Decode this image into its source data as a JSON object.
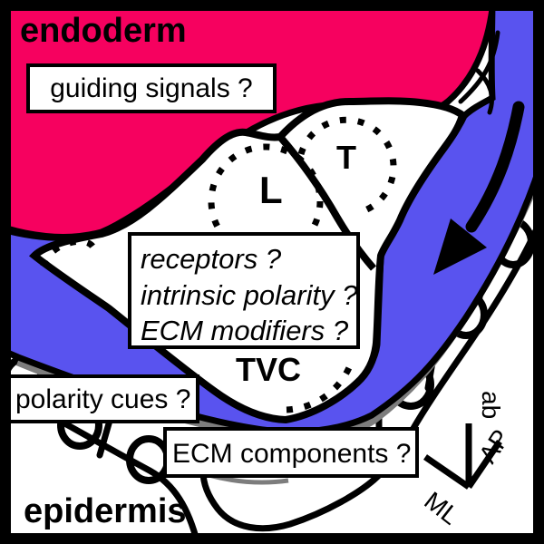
{
  "figure": {
    "type": "embryo-migration-schematic",
    "labels": {
      "endoderm": "endoderm",
      "epidermis": "epidermis",
      "tvc": "TVC",
      "cell_l": "L",
      "cell_t": "T"
    },
    "boxes": {
      "guiding": "guiding signals ?",
      "polarity": "polarity cues ?",
      "ecm": "ECM components ?",
      "receptors": {
        "lines": [
          "receptors ?",
          "intrinsic polarity ?",
          "ECM modifiers ?"
        ]
      }
    },
    "axis": {
      "ab": "ab",
      "ml": "ML",
      "ap": "AP"
    },
    "colors": {
      "endoderm_pink": "#F6015F",
      "band_blue": "#5953EF",
      "shadow_gray": "#7D7D7D",
      "outline_black": "#000000",
      "cell_white": "#FFFFFF"
    },
    "icons": {
      "arrow": "migration-direction-arrow"
    }
  }
}
